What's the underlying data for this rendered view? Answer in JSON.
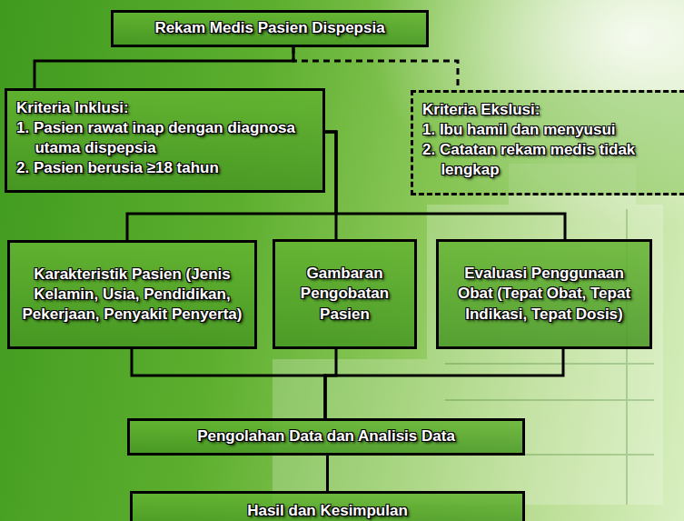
{
  "diagram": {
    "nodes": [
      {
        "text": [
          "Rekam Medis Pasien Dispepsia"
        ]
      },
      {
        "text": [
          "Kriteria Inklusi:",
          "1. Pasien rawat inap dengan diagnosa utama dispepsia",
          "2. Pasien berusia ≥18 tahun"
        ]
      },
      {
        "text": [
          "Kriteria Ekslusi:",
          "1. Ibu hamil dan menyusui",
          "2. Catatan rekam medis tidak lengkap"
        ]
      },
      {
        "text": [
          "Karakteristik Pasien (Jenis Kelamin, Usia, Pendidikan, Pekerjaan, Penyakit Penyerta)"
        ]
      },
      {
        "text": [
          "Gambaran Pengobatan Pasien"
        ]
      },
      {
        "text": [
          "Evaluasi Penggunaan Obat (Tepat Obat, Tepat Indikasi, Tepat Dosis)"
        ]
      },
      {
        "text": [
          "Pengolahan Data dan Analisis Data"
        ]
      },
      {
        "text": [
          "Hasil dan Kesimpulan"
        ]
      }
    ],
    "edges": [
      {
        "from": 0,
        "to": 1,
        "arrow": "none"
      },
      {
        "from": 0,
        "to": 2,
        "arrow": "none"
      },
      {
        "from": 1,
        "to": 3,
        "arrow": "none"
      },
      {
        "from": 1,
        "to": 4,
        "arrow": "none"
      },
      {
        "from": 1,
        "to": 5,
        "arrow": "none"
      },
      {
        "from": 3,
        "to": 6,
        "arrow": "none"
      },
      {
        "from": 4,
        "to": 6,
        "arrow": "none"
      },
      {
        "from": 5,
        "to": 6,
        "arrow": "none"
      },
      {
        "from": 6,
        "to": 7,
        "arrow": "none"
      }
    ]
  }
}
